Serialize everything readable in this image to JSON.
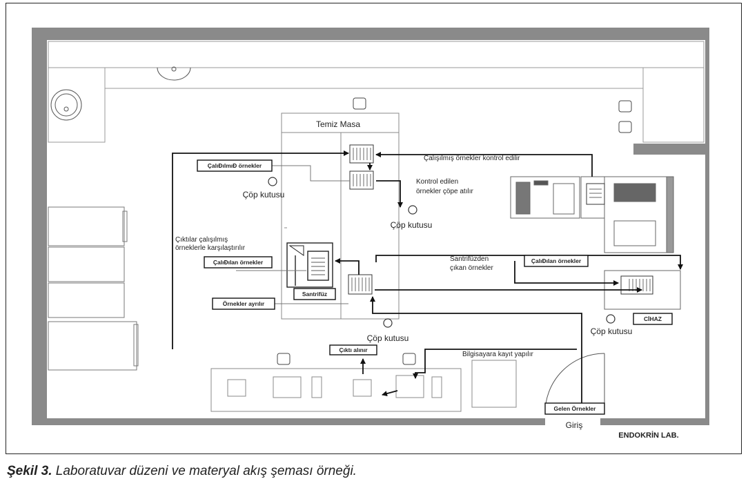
{
  "room": {
    "clean_table_label": "Temiz Masa",
    "trash_label": "Çöp kutusu",
    "entrance_label": "Giriş",
    "lab_name": "ENDOKRİN LAB."
  },
  "boxes": {
    "studied_samples": "ÇalıĐılmıĐ örnekler",
    "studied_samples_2": "ÇalıĐılan örnekler",
    "centrifuge": "Santrifüz",
    "sort_samples": "Örnekler ayrılır",
    "outputs_taken": "Çıktı alınır",
    "incoming_samples": "Gelen Örnekler",
    "studied_right": "ÇalıĐılan örnekler",
    "device": "CİHAZ"
  },
  "notes": {
    "checked": "Çalışılmış örnekler kontrol edilir",
    "discard_1": "Kontrol edilen",
    "discard_2": "örnekler çöpe atılır",
    "compare_1": "Çıktılar çalışılmış",
    "compare_2": "örneklerle karşılaştırılır",
    "centrifuge_out_1": "Santrifüzden",
    "centrifuge_out_2": "çıkan örnekler",
    "computer_record": "Bilgisayara kayıt yapılır"
  },
  "caption": {
    "bold": "Şekil 3.",
    "text": " Laboratuvar düzeni ve materyal akış şeması örneği."
  }
}
